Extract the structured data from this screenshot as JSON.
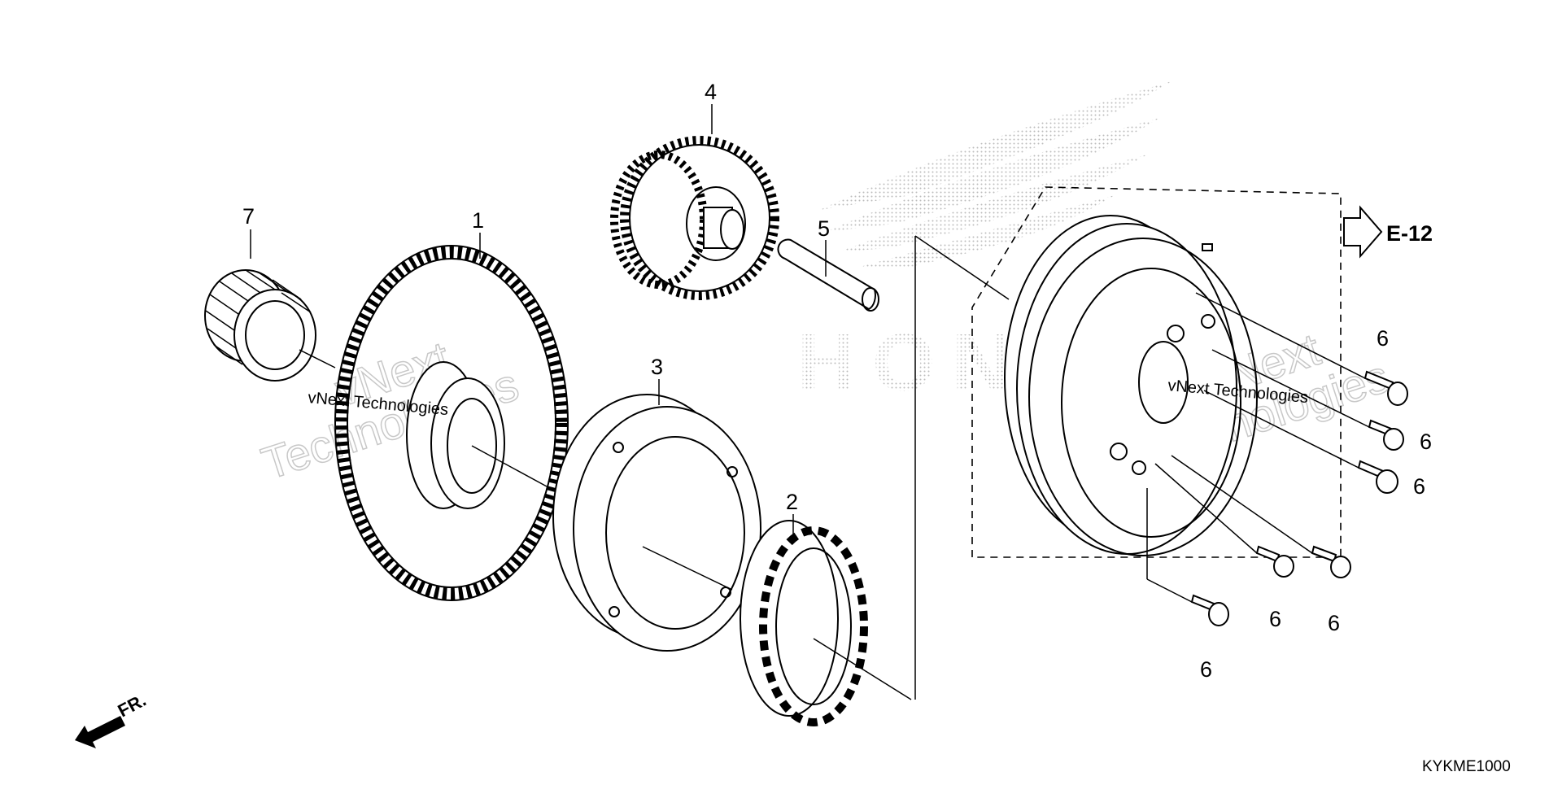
{
  "diagram": {
    "part_labels": {
      "p1": "1",
      "p2": "2",
      "p3": "3",
      "p4": "4",
      "p5": "5",
      "p6a": "6",
      "p6b": "6",
      "p6c": "6",
      "p6d": "6",
      "p6e": "6",
      "p6f": "6",
      "p7": "7"
    },
    "reference": "E-12",
    "front_label": "FR.",
    "drawing_code": "KYKME1000",
    "watermark": {
      "line1": "vNext",
      "line2": "Technologies",
      "caption": "vNext Technologies"
    },
    "logo_text": "HONDA"
  }
}
